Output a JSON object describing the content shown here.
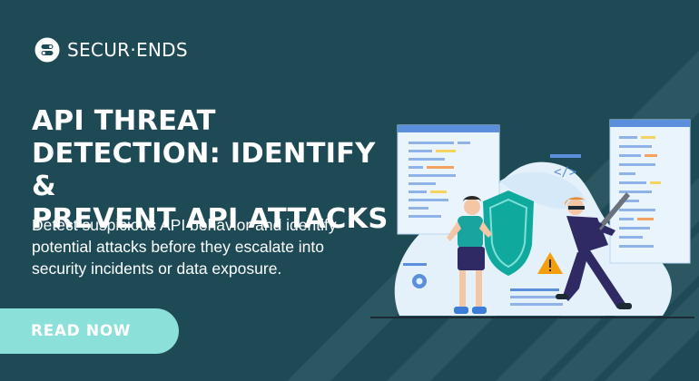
{
  "brand": {
    "name": "SECUR·ENDS",
    "logo_icon": "securends-logo-icon"
  },
  "headline": {
    "line1": "API THREAT",
    "line2": "DETECTION: IDENTIFY &",
    "line3": "PREVENT API ATTACKS"
  },
  "subtext": "Detect suspicious API behavior and identify potential attacks before they escalate into security incidents or data exposure.",
  "cta": {
    "label": "READ NOW"
  },
  "illustration": {
    "code_tag": "</>",
    "icons": [
      "shield-icon",
      "warning-icon",
      "gear-icon",
      "sword-icon"
    ]
  },
  "colors": {
    "background": "#1e4a55",
    "stripe": "#2a5762",
    "cta": "#8be0d9",
    "accent_teal": "#14b8a6",
    "villain": "#2f2a63",
    "warning": "#f59e0b"
  }
}
